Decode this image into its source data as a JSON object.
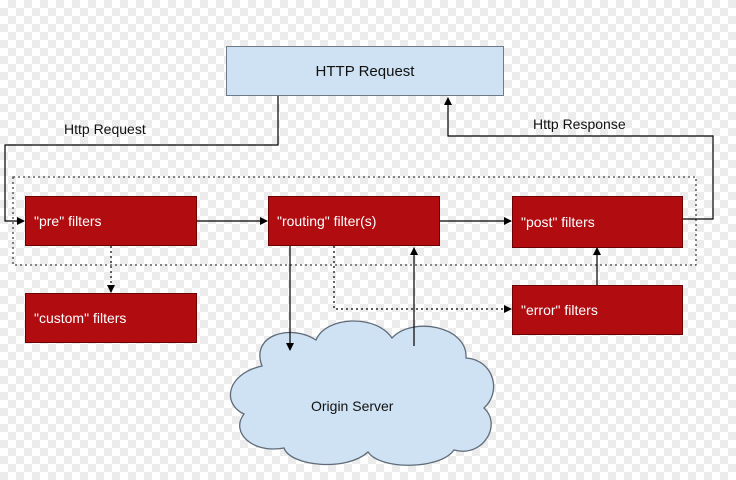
{
  "nodes": {
    "http_request": "HTTP Request",
    "pre_filters": "\"pre\" filters",
    "routing_filters": "\"routing\" filter(s)",
    "post_filters": "\"post\" filters",
    "custom_filters": "\"custom\" filters",
    "error_filters": "\"error\" filters",
    "origin_server": "Origin Server"
  },
  "edges": {
    "http_request_label": "Http Request",
    "http_response_label": "Http Response"
  },
  "colors": {
    "filter_fill": "#b10c10",
    "request_fill": "#cfe2f3",
    "cloud_fill": "#cfe2f3"
  }
}
